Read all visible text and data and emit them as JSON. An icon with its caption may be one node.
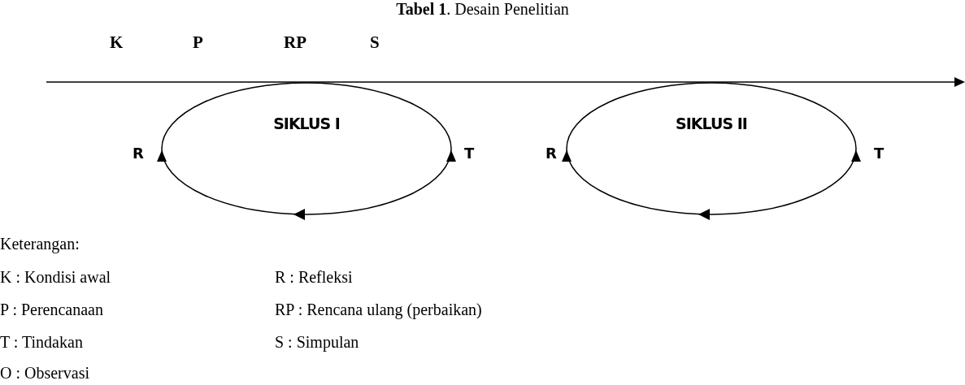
{
  "diagram": {
    "title": "**Tabel 1**. Desain Penelitian",
    "nodes": [
      {
        "text": [
          "SIKLUS I"
        ]
      },
      {
        "text": [
          "SIKLUS II"
        ]
      }
    ],
    "edges": [],
    "labels": [
      "K",
      "P",
      "RP",
      "S",
      "R",
      "T",
      "R",
      "T",
      "Keterangan:",
      "K : Kondisi awal",
      "R : Refleksi",
      "P : Perencanaan",
      "RP : Rencana ulang (perbaikan)",
      "T : Tindakan",
      "S : Simpulan",
      "O : Observasi"
    ]
  }
}
